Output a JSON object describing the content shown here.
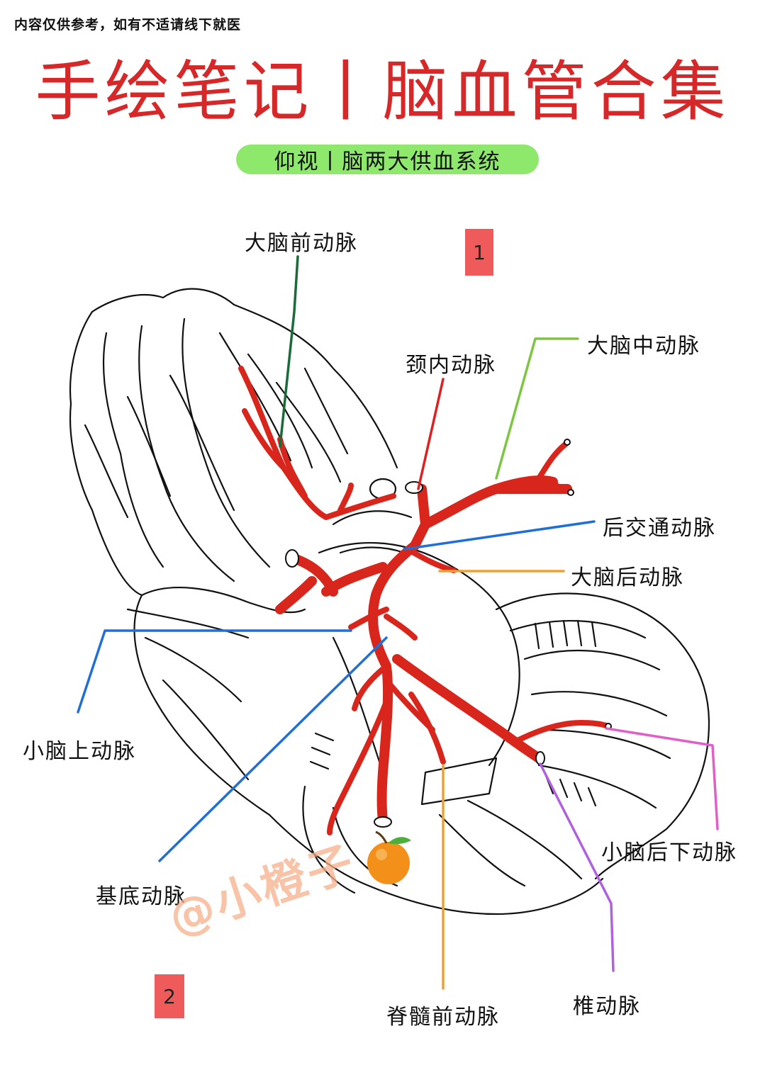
{
  "disclaimer": "内容仅供参考，如有不适请线下就医",
  "title": "手绘笔记丨脑血管合集",
  "subtitle": "仰视丨脑两大供血系统",
  "badges": {
    "top": "1",
    "bottom": "2"
  },
  "labels": {
    "aca": "大脑前动脉",
    "ica": "颈内动脉",
    "mca": "大脑中动脉",
    "pcom": "后交通动脉",
    "pca": "大脑后动脉",
    "sca": "小脑上动脉",
    "basilar": "基底动脉",
    "pica": "小脑后下动脉",
    "asa": "脊髓前动脉",
    "vertebral": "椎动脉"
  },
  "watermark": "@小橙子",
  "colors": {
    "title": "#d62828",
    "artery": "#d9261c",
    "aca_line": "#1a6b3a",
    "ica_line": "#e02020",
    "mca_line": "#7dc63f",
    "pcom_line": "#1f6fd6",
    "pca_line": "#f0a030",
    "sca_line": "#1f6fd6",
    "basilar_line": "#1f6fd6",
    "pica_line": "#e060c8",
    "asa_line": "#f0a030",
    "vertebral_line": "#b060e0",
    "pill": "#8ee86b",
    "badge": "#ef5b5b"
  }
}
